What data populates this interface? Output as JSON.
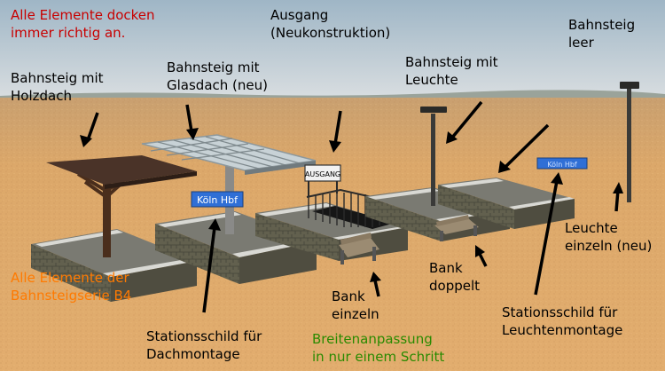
{
  "colors": {
    "sky_top": "#9fb6c6",
    "sky_horizon": "#d8dde0",
    "ground": "#d9a468",
    "red_text": "#c80000",
    "orange_text": "#ff7a00",
    "green_text": "#2a8a00",
    "sign_blue": "#2f6fd6"
  },
  "labels": {
    "docking": [
      "Alle Elemente docken",
      "immer richtig an."
    ],
    "holzdach": [
      "Bahnsteig mit",
      "Holzdach"
    ],
    "glasdach": [
      "Bahnsteig mit",
      "Glasdach (neu)"
    ],
    "ausgang": [
      "Ausgang",
      "(Neukonstruktion)"
    ],
    "leuchte_platform": [
      "Bahnsteig mit",
      "Leuchte"
    ],
    "leer": [
      "Bahnsteig",
      "leer"
    ],
    "series": [
      "Alle Elemente der",
      "Bahnsteigserie B4"
    ],
    "leuchte_einzeln": [
      "Leuchte",
      "einzeln (neu)"
    ],
    "bank_doppelt": [
      "Bank",
      "doppelt"
    ],
    "bank_einzeln": [
      "Bank",
      "einzeln"
    ],
    "schild_dach": [
      "Stationsschild für",
      "Dachmontage"
    ],
    "breite": [
      "Breitenanpassung",
      "in nur einem Schritt"
    ],
    "schild_leuchte": [
      "Stationsschild für",
      "Leuchtenmontage"
    ]
  },
  "signs": {
    "station_name": "Köln Hbf",
    "exit_sign": "AUSGANG"
  }
}
